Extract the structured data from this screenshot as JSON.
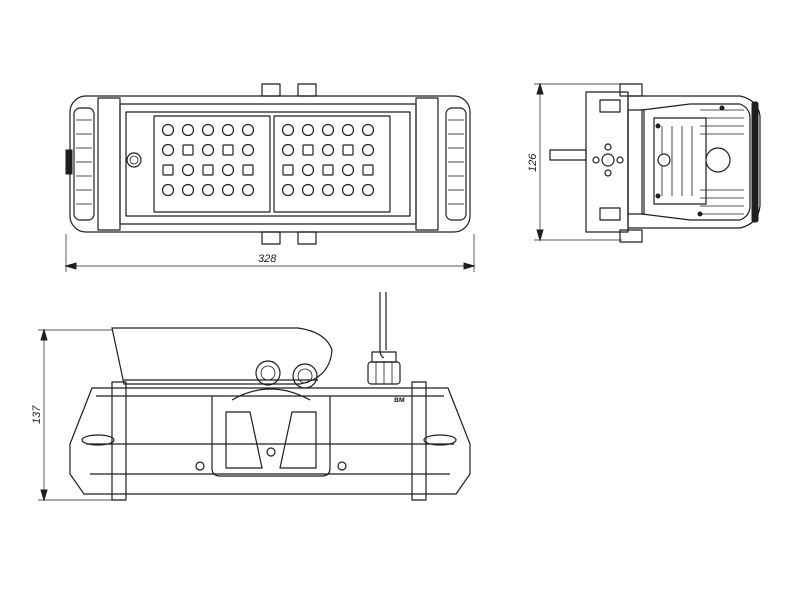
{
  "dimensions": {
    "width": "328",
    "side_height": "126",
    "height": "137"
  },
  "views": {
    "front": "front-view",
    "side": "side-view",
    "bottom": "bottom-view"
  },
  "brand_mark": "вм"
}
